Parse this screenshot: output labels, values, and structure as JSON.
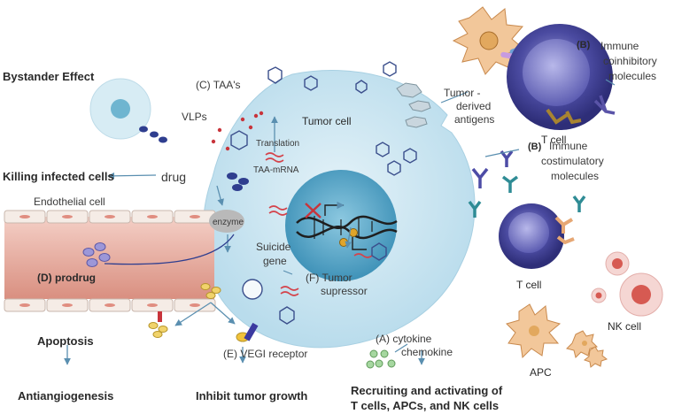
{
  "labels": {
    "bystander": "Bystander Effect",
    "vlps": "VLPs",
    "c_taas": "(C) TAA's",
    "translation": "Translation",
    "taa_mrna": "TAA-mRNA",
    "tumor_cell": "Tumor cell",
    "killing": "Killing infected cells",
    "drug": "drug",
    "endothelial": "Endothelial cell",
    "enzyme": "enzyme",
    "suicide_1": "Suicide",
    "suicide_2": "gene",
    "d_prodrug": "(D)  prodrug",
    "f_1": "(F) Tumor",
    "f_2": "supressor",
    "tumor_derived_1": "Tumor -",
    "tumor_derived_2": "derived",
    "tumor_derived_3": "antigens",
    "b_top_tag": "(B)",
    "b_top_1": "Immune",
    "b_top_2": "coinhibitory",
    "b_top_3": "molecules",
    "t_cell_top": "T cell",
    "b_mid_tag": "(B)",
    "b_mid_1": "Immune",
    "b_mid_2": "costimulatory",
    "b_mid_3": "molecules",
    "t_cell_bottom": "T cell",
    "nk_cell": "NK cell",
    "apc": "APC",
    "apoptosis": "Apoptosis",
    "antiangiogenesis": "Antiangiogenesis",
    "e_vegi": "(E)  VEGI receptor",
    "inhibit": "Inhibit tumor growth",
    "a_cytokine": "(A)  cytokine",
    "chemokine": "chemokine",
    "recruit_1": "Recruiting and activating of",
    "recruit_2": "T cells, APCs, and NK cells"
  },
  "colors": {
    "tumor": "#cfe7f2",
    "nucleus": "#5ea9c9",
    "t_cell": "#3c3a8a",
    "vessel": "#e9b3a8",
    "arrow": "#5a8fb0"
  }
}
